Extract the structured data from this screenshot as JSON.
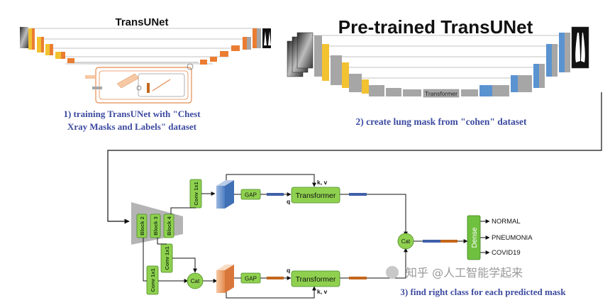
{
  "panel1": {
    "title": "TransUNet",
    "caption_line1": "1) training TransUNet with \"Chest",
    "caption_line2": "Xray Masks and Labels\" dataset"
  },
  "panel2": {
    "title": "Pre-trained TransUNet",
    "transformer_label": "Transformer",
    "caption": "2) create lung mask from \"cohen\" dataset"
  },
  "panel3": {
    "caption": "3) find right class for each predicted mask",
    "blocks": [
      "Block 2",
      "Block 3",
      "Block 4"
    ],
    "conv_label": "Conv 1x1",
    "gap_label": "GAP",
    "transformer_label": "Transformer",
    "cat_label": "Cat",
    "kv_label": "k, v",
    "q_label": "q",
    "dense_label": "Dense",
    "classes": [
      "NORMAL",
      "PNEUMONIA",
      "COVID19"
    ]
  },
  "watermark": "知乎 @人工智能学起来",
  "colors": {
    "caption_blue": "#3c4aa0",
    "green_fill": "#8fd14f",
    "green_stroke": "#4a8a23",
    "yellow": "#f2c230",
    "orange": "#ea7d32",
    "blue": "#5b93d1",
    "grey": "#a6a6a6",
    "dense_green": "#70c040"
  }
}
